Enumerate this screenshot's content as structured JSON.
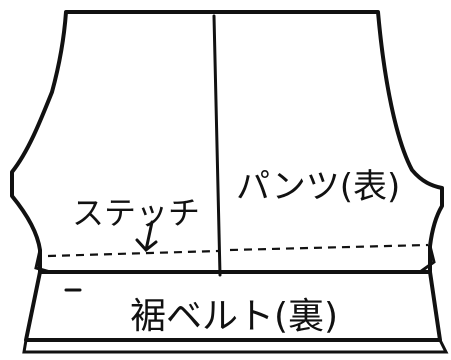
{
  "labels": {
    "pants": "パンツ(表)",
    "stitch": "ステッチ",
    "hem_belt": "裾ベルト(裏)"
  },
  "colors": {
    "line": "#111111",
    "background": "#ffffff"
  }
}
